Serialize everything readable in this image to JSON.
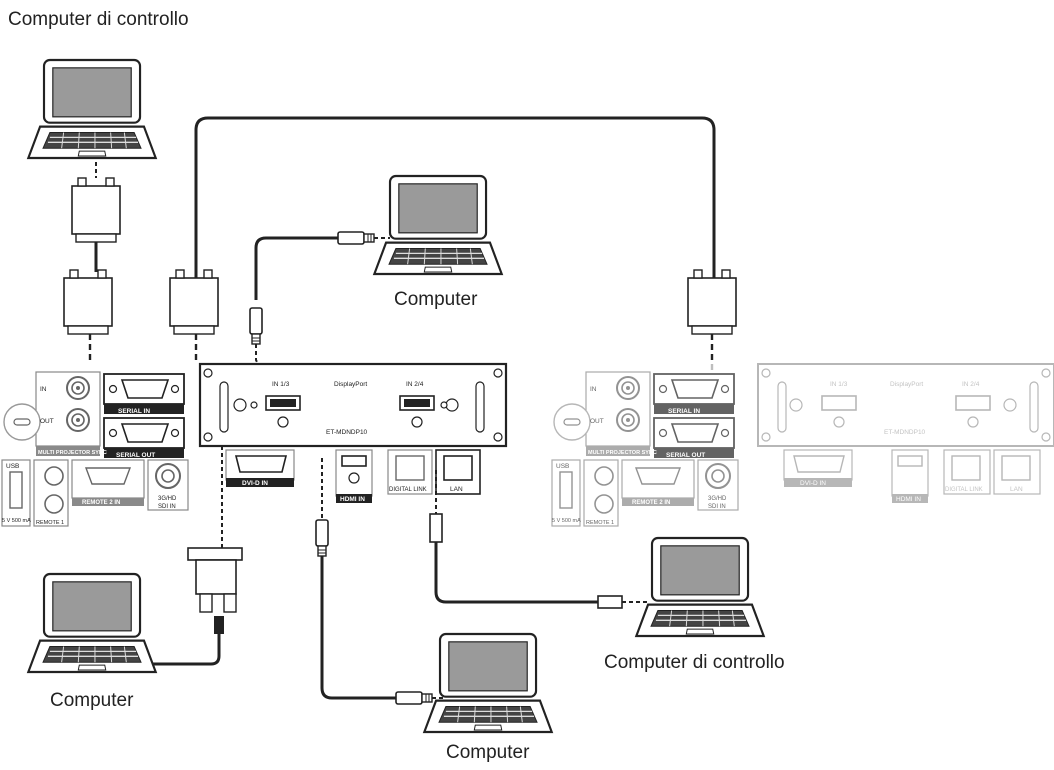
{
  "labels": {
    "top_left": "Computer di controllo",
    "computer_top": "Computer",
    "computer_bottom_left": "Computer",
    "computer_bottom_center": "Computer",
    "control_computer_right": "Computer di controllo"
  },
  "left_projector": {
    "serial_in": "SERIAL IN",
    "serial_out": "SERIAL OUT",
    "multi_sync": "MULTI PROJECTOR SYNC",
    "in": "IN",
    "out": "OUT",
    "usb": "USB",
    "usb_power": "5 V  500 mA",
    "remote2": "REMOTE 2 IN",
    "remote1": "REMOTE 1",
    "sdi": "3G/HD",
    "sdi_in": "SDI IN",
    "dvi": "DVI-D IN",
    "hdmi": "HDMI IN",
    "digital_link": "DIGITAL LINK",
    "lan": "LAN"
  },
  "left_board": {
    "in13": "IN 1/3",
    "displayport": "DisplayPort",
    "in24": "IN 2/4",
    "model": "ET-MDNDP10"
  },
  "right_projector": {
    "serial_in": "SERIAL IN",
    "serial_out": "SERIAL OUT",
    "multi_sync": "MULTI PROJECTOR SYNC",
    "in": "IN",
    "out": "OUT",
    "usb": "USB",
    "usb_power": "5 V  500 mA",
    "remote2": "REMOTE 2 IN",
    "remote1": "REMOTE 1",
    "sdi": "3G/HD",
    "sdi_in": "SDI IN",
    "dvi": "DVI-D IN",
    "hdmi": "HDMI IN",
    "digital_link": "DIGITAL LINK",
    "lan": "LAN"
  },
  "right_board": {
    "in13": "IN 1/3",
    "displayport": "DisplayPort",
    "in24": "IN 2/4",
    "model": "ET-MDNDP10"
  }
}
